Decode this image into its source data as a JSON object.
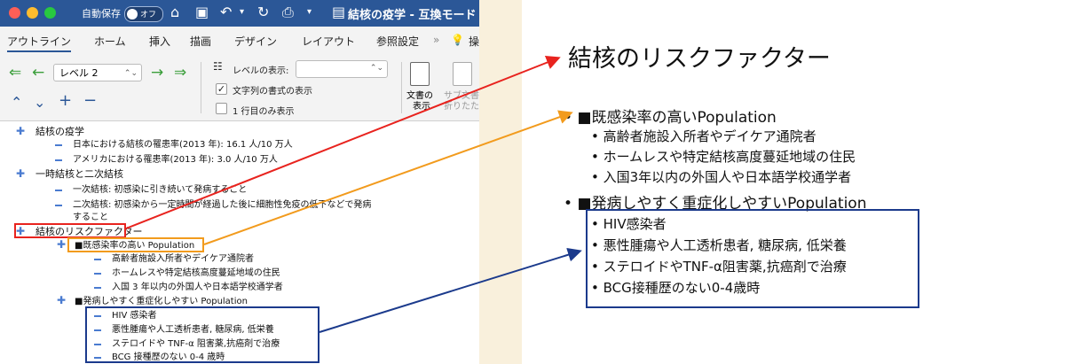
{
  "titlebar": {
    "autosave_label": "自動保存",
    "autosave_state": "オフ",
    "doc_title": "結核の疫学 - 互換モード"
  },
  "tabs": [
    {
      "label": "アウトライン",
      "active": true
    },
    {
      "label": "ホーム"
    },
    {
      "label": "挿入"
    },
    {
      "label": "描画"
    },
    {
      "label": "デザイン"
    },
    {
      "label": "レイアウト"
    },
    {
      "label": "参照設定"
    },
    {
      "label": "操"
    }
  ],
  "ribbon": {
    "level_value": "レベル 2",
    "show_level_label": "レベルの表示:",
    "show_format_label": "文字列の書式の表示",
    "show_format_checked": true,
    "first_line_label": "1 行目のみ表示",
    "first_line_checked": false,
    "show_document_label1": "文書の",
    "show_document_label2": "表示",
    "subdoc_label1": "サブ文書",
    "subdoc_label2": "折りたた"
  },
  "outline": [
    {
      "level": 1,
      "text": "結核の疫学"
    },
    {
      "level": 2,
      "text": "日本における結核の罹患率(2013 年): 16.1 人/10 万人"
    },
    {
      "level": 2,
      "text": "アメリカにおける罹患率(2013 年): 3.0 人/10 万人"
    },
    {
      "level": 1,
      "text": "一時結核と二次結核"
    },
    {
      "level": 2,
      "text": "一次結核: 初感染に引き続いて発病すること"
    },
    {
      "level": 2,
      "text": "二次結核: 初感染から一定時間が経過した後に細胞性免疫の低下などで発病"
    },
    {
      "level": 2,
      "text": "すること"
    },
    {
      "level": 1,
      "text": "結核のリスクファクター"
    },
    {
      "level": 2,
      "text": "■既感染率の高い Population"
    },
    {
      "level": 3,
      "text": "高齢者施設入所者やデイケア通院者"
    },
    {
      "level": 3,
      "text": "ホームレスや特定結核高度蔓延地域の住民"
    },
    {
      "level": 3,
      "text": "入国 3 年以内の外国人や日本語学校通学者"
    },
    {
      "level": 2,
      "text": "■発病しやすく重症化しやすい Population"
    },
    {
      "level": 3,
      "text": "HIV 感染者"
    },
    {
      "level": 3,
      "text": "悪性腫瘍や人工透析患者, 糖尿病, 低栄養"
    },
    {
      "level": 3,
      "text": "ステロイドや TNF-α 阻害薬,抗癌剤で治療"
    },
    {
      "level": 3,
      "text": "BCG 接種歴のない 0-4 歳時"
    }
  ],
  "slide": {
    "title": "結核のリスクファクター",
    "group1_heading": "■既感染率の高いPopulation",
    "group1_items": [
      "高齢者施設入所者やデイケア通院者",
      "ホームレスや特定結核高度蔓延地域の住民",
      "入国3年以内の外国人や日本語学校通学者"
    ],
    "group2_heading": "■発病しやすく重症化しやすいPopulation",
    "group2_items": [
      "HIV感染者",
      "悪性腫瘍や人工透析患者, 糖尿病, 低栄養",
      "ステロイドやTNF-α阻害薬,抗癌剤で治療",
      "BCG接種歴のない0-4歳時"
    ]
  },
  "colors": {
    "red": "#e8231e",
    "orange": "#f29b1d",
    "blue": "#1b3a8c",
    "word_accent": "#2b5797"
  },
  "icons": [
    "home-icon",
    "save-icon",
    "undo-icon",
    "redo-icon",
    "print-icon",
    "doc-icon",
    "lightbulb-icon",
    "promote-to-heading-icon",
    "promote-icon",
    "demote-icon",
    "demote-to-body-icon",
    "move-up-icon",
    "move-down-icon",
    "expand-icon",
    "collapse-icon"
  ]
}
